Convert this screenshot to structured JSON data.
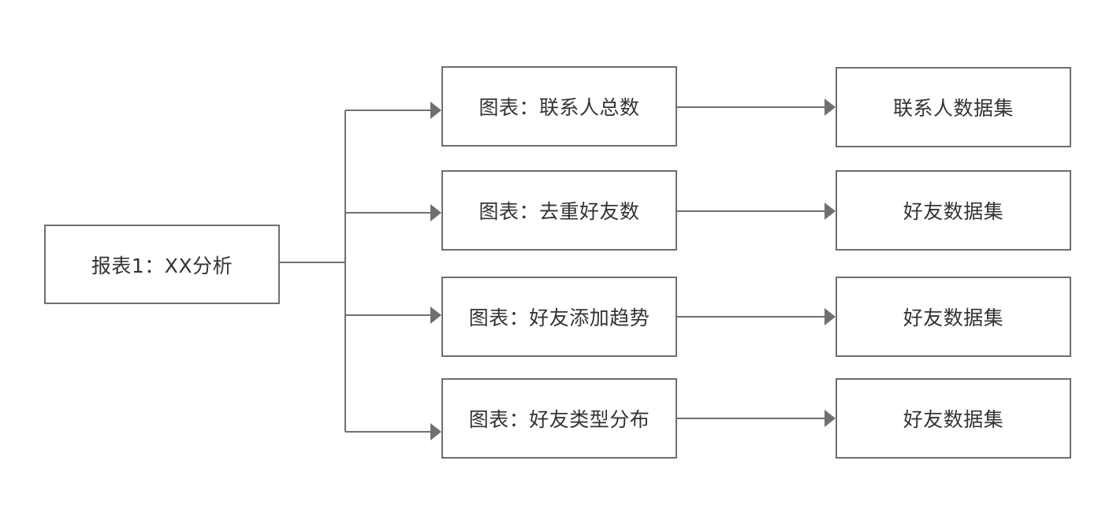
{
  "diagram": {
    "root": {
      "label": "报表1：XX分析"
    },
    "charts": [
      {
        "label": "图表：联系人总数"
      },
      {
        "label": "图表：去重好友数"
      },
      {
        "label": "图表：好友添加趋势"
      },
      {
        "label": "图表：好友类型分布"
      }
    ],
    "datasets": [
      {
        "label": "联系人数据集"
      },
      {
        "label": "好友数据集"
      },
      {
        "label": "好友数据集"
      },
      {
        "label": "好友数据集"
      }
    ]
  },
  "colors": {
    "border": "#6e6e6e",
    "connector": "#707070",
    "text": "#333333",
    "background": "#ffffff"
  }
}
